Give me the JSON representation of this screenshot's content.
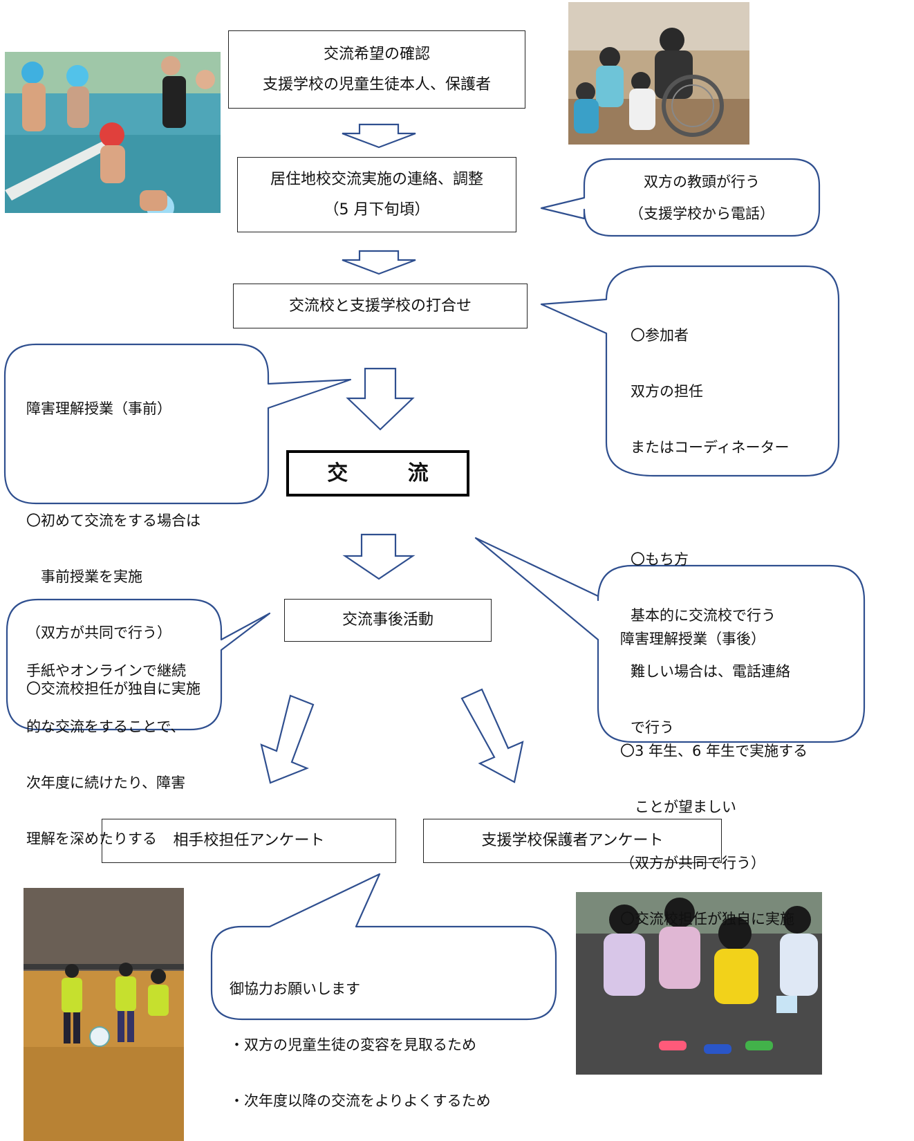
{
  "flow": {
    "step1": {
      "line1": "交流希望の確認",
      "line2": "支援学校の児童生徒本人、保護者"
    },
    "step2": {
      "line1": "居住地校交流実施の連絡、調整",
      "line2": "（5 月下旬頃）"
    },
    "step3": {
      "label": "交流校と支援学校の打合せ"
    },
    "exchange": {
      "label": "交 流"
    },
    "post_activity": {
      "label": "交流事後活動"
    },
    "survey_partner": {
      "label": "相手校担任アンケート"
    },
    "survey_parents": {
      "label": "支援学校保護者アンケート"
    }
  },
  "callouts": {
    "vice_principals": {
      "line1": "双方の教頭が行う",
      "line2": "（支援学校から電話）"
    },
    "meeting_details": {
      "lines": [
        "〇参加者",
        "双方の担任",
        "またはコーディネーター",
        "",
        "〇もち方",
        "基本的に交流校で行う",
        "難しい場合は、電話連絡",
        "で行う"
      ]
    },
    "pre_lesson": {
      "lines": [
        "障害理解授業（事前）",
        "",
        "〇初めて交流をする場合は",
        "　事前授業を実施",
        "（双方が共同で行う）",
        "〇交流校担任が独自に実施"
      ]
    },
    "post_lesson": {
      "lines": [
        "障害理解授業（事後）",
        "",
        "〇3 年生、6 年生で実施する",
        "　ことが望ましい",
        "（双方が共同で行う）",
        "〇交流校担任が独自に実施"
      ]
    },
    "continuation": {
      "lines": [
        "手紙やオンラインで継続",
        "的な交流をすることで、",
        "次年度に続けたり、障害",
        "理解を深めたりする"
      ]
    },
    "request": {
      "lines": [
        "御協力お願いします",
        "・双方の児童生徒の変容を見取るため",
        "・次年度以降の交流をよりよくするため"
      ]
    }
  },
  "colors": {
    "arrow": "#2f4f8f",
    "callout_border": "#2f4f8f",
    "box_border": "#222222"
  },
  "photos": [
    {
      "name": "pool-photo",
      "subject": "children in swimming pool"
    },
    {
      "name": "wheelchair-photo",
      "subject": "children gathered around wheelchair"
    },
    {
      "name": "gym-photo",
      "subject": "children playing ball in gymnasium"
    },
    {
      "name": "outdoor-photo",
      "subject": "children outdoors with water bottles"
    }
  ]
}
